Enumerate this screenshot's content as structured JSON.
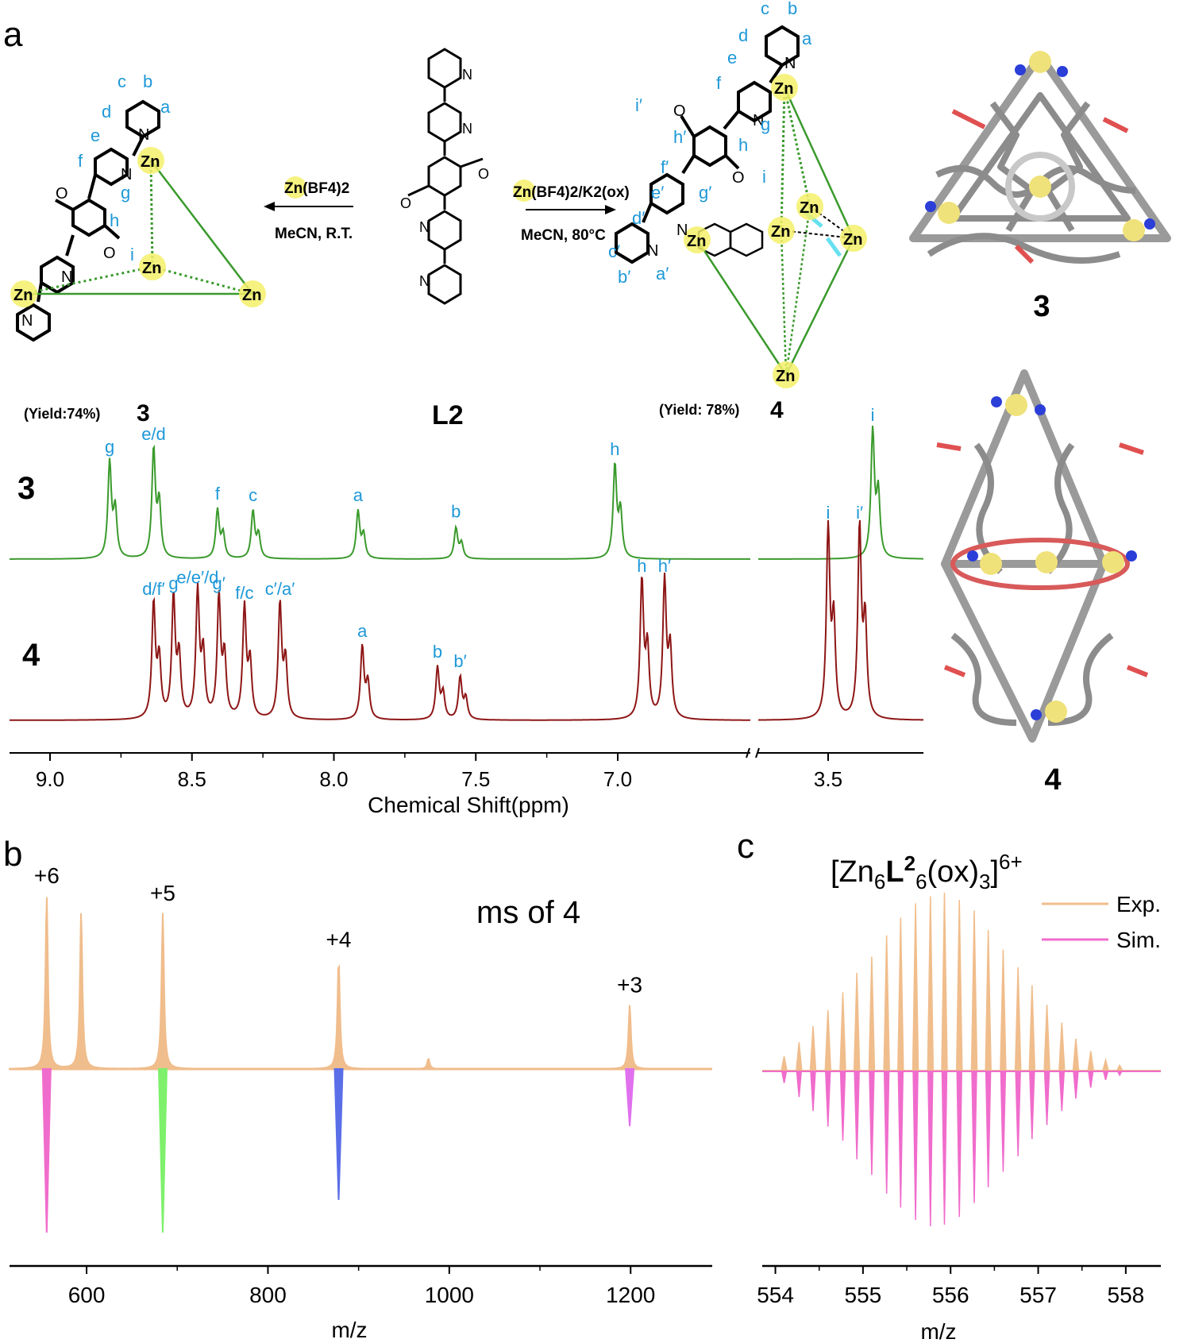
{
  "panels": {
    "a": "a",
    "b": "b",
    "c": "c"
  },
  "scheme": {
    "left_reagent": "Zn(BF4)2",
    "left_condition": "MeCN, R.T.",
    "right_reagent": "Zn(BF4)2/K2(ox)",
    "right_condition": "MeCN, 80°C",
    "ligand_label": "L2",
    "yield3": "(Yield:74%)",
    "yield4": "(Yield: 78%)",
    "compound3": "3",
    "compound4": "4",
    "zn": "Zn",
    "n": "N",
    "o": "O"
  },
  "crystal_labels": {
    "top": "3",
    "bottom": "4"
  },
  "nmr": {
    "xlabel": "Chemical Shift(ppm)",
    "colors": {
      "spectrum3": "#3a9a2c",
      "spectrum4": "#8e1616"
    },
    "row_labels": {
      "spectrum3": "3",
      "spectrum4": "4"
    },
    "ticks_left": [
      "9.0",
      "8.5",
      "8.0",
      "7.5",
      "7.0"
    ],
    "ticks_right": [
      "3.5"
    ],
    "peaks3": [
      {
        "label": "g",
        "ppm": 8.79,
        "height": 0.75
      },
      {
        "label": "e/d",
        "ppm": 8.635,
        "height": 0.85
      },
      {
        "label": "f",
        "ppm": 8.41,
        "height": 0.38
      },
      {
        "label": "c",
        "ppm": 8.285,
        "height": 0.37
      },
      {
        "label": "a",
        "ppm": 7.915,
        "height": 0.37
      },
      {
        "label": "b",
        "ppm": 7.57,
        "height": 0.24
      },
      {
        "label": "h",
        "ppm": 7.01,
        "height": 0.73
      },
      {
        "label": "i",
        "ppm": 3.33,
        "height": 1.0
      }
    ],
    "peaks4": [
      {
        "label": "d/f′",
        "ppm": 8.635,
        "height": 0.6
      },
      {
        "label": "g",
        "ppm": 8.565,
        "height": 0.63
      },
      {
        "label": "e/e′/d",
        "ppm": 8.48,
        "height": 0.66
      },
      {
        "label": "g′",
        "ppm": 8.405,
        "height": 0.63
      },
      {
        "label": "f/c",
        "ppm": 8.315,
        "height": 0.58
      },
      {
        "label": "c′/a′",
        "ppm": 8.19,
        "height": 0.6
      },
      {
        "label": "a",
        "ppm": 7.9,
        "height": 0.38
      },
      {
        "label": "b",
        "ppm": 7.635,
        "height": 0.27
      },
      {
        "label": "b′",
        "ppm": 7.555,
        "height": 0.22
      },
      {
        "label": "h",
        "ppm": 6.915,
        "height": 0.72
      },
      {
        "label": "h′",
        "ppm": 6.835,
        "height": 0.72
      },
      {
        "label": "i",
        "ppm": 3.5,
        "height": 1.0
      },
      {
        "label": "i′",
        "ppm": 3.38,
        "height": 1.0
      }
    ]
  },
  "chart_data": [
    {
      "type": "line",
      "title": "ms of 4",
      "xlabel": "m/z",
      "xlim": [
        515,
        1290
      ],
      "xticks": [
        600,
        800,
        1000,
        1200
      ],
      "series": [
        {
          "name": "Exp.",
          "color": "#f0bd8c",
          "peaks": [
            {
              "mz": 556,
              "rel": 1.0,
              "label": "+6"
            },
            {
              "mz": 594,
              "rel": 0.91,
              "label": ""
            },
            {
              "mz": 684,
              "rel": 0.9,
              "label": "+5"
            },
            {
              "mz": 878,
              "rel": 0.63,
              "label": "+4"
            },
            {
              "mz": 977,
              "rel": 0.06,
              "label": ""
            },
            {
              "mz": 1199,
              "rel": 0.37,
              "label": "+3"
            }
          ]
        },
        {
          "name": "Sim.",
          "peaks": [
            {
              "mz": 556,
              "rel": 1.0,
              "color": "#f06ccc"
            },
            {
              "mz": 684,
              "rel": 1.0,
              "color": "#7ef06c"
            },
            {
              "mz": 878,
              "rel": 0.8,
              "color": "#5a6ee8"
            },
            {
              "mz": 1199,
              "rel": 0.35,
              "color": "#e070ee"
            }
          ]
        }
      ]
    },
    {
      "type": "line",
      "title": "[Zn6L26(ox)3]6+",
      "xlabel": "m/z",
      "xlim": [
        553.85,
        558.4
      ],
      "xticks": [
        554,
        555,
        556,
        557,
        558
      ],
      "legend": "top-right",
      "series": [
        {
          "name": "Exp.",
          "color": "#f0bd8c"
        },
        {
          "name": "Sim.",
          "color": "#f06ccc"
        }
      ],
      "isotope_mz": [
        554.1,
        554.27,
        554.43,
        554.6,
        554.77,
        554.93,
        555.1,
        555.27,
        555.43,
        555.6,
        555.77,
        555.93,
        556.1,
        556.27,
        556.43,
        556.6,
        556.77,
        556.93,
        557.1,
        557.27,
        557.43,
        557.6,
        557.77,
        557.93
      ],
      "exp_rel": [
        0.08,
        0.16,
        0.25,
        0.34,
        0.44,
        0.55,
        0.64,
        0.76,
        0.86,
        0.94,
        0.98,
        1.0,
        0.96,
        0.9,
        0.79,
        0.68,
        0.58,
        0.48,
        0.37,
        0.27,
        0.18,
        0.11,
        0.06,
        0.03
      ],
      "sim_rel": [
        0.08,
        0.17,
        0.26,
        0.36,
        0.45,
        0.57,
        0.67,
        0.79,
        0.88,
        0.96,
        1.0,
        0.99,
        0.94,
        0.85,
        0.75,
        0.65,
        0.55,
        0.44,
        0.35,
        0.26,
        0.18,
        0.11,
        0.06,
        0.03
      ]
    }
  ]
}
